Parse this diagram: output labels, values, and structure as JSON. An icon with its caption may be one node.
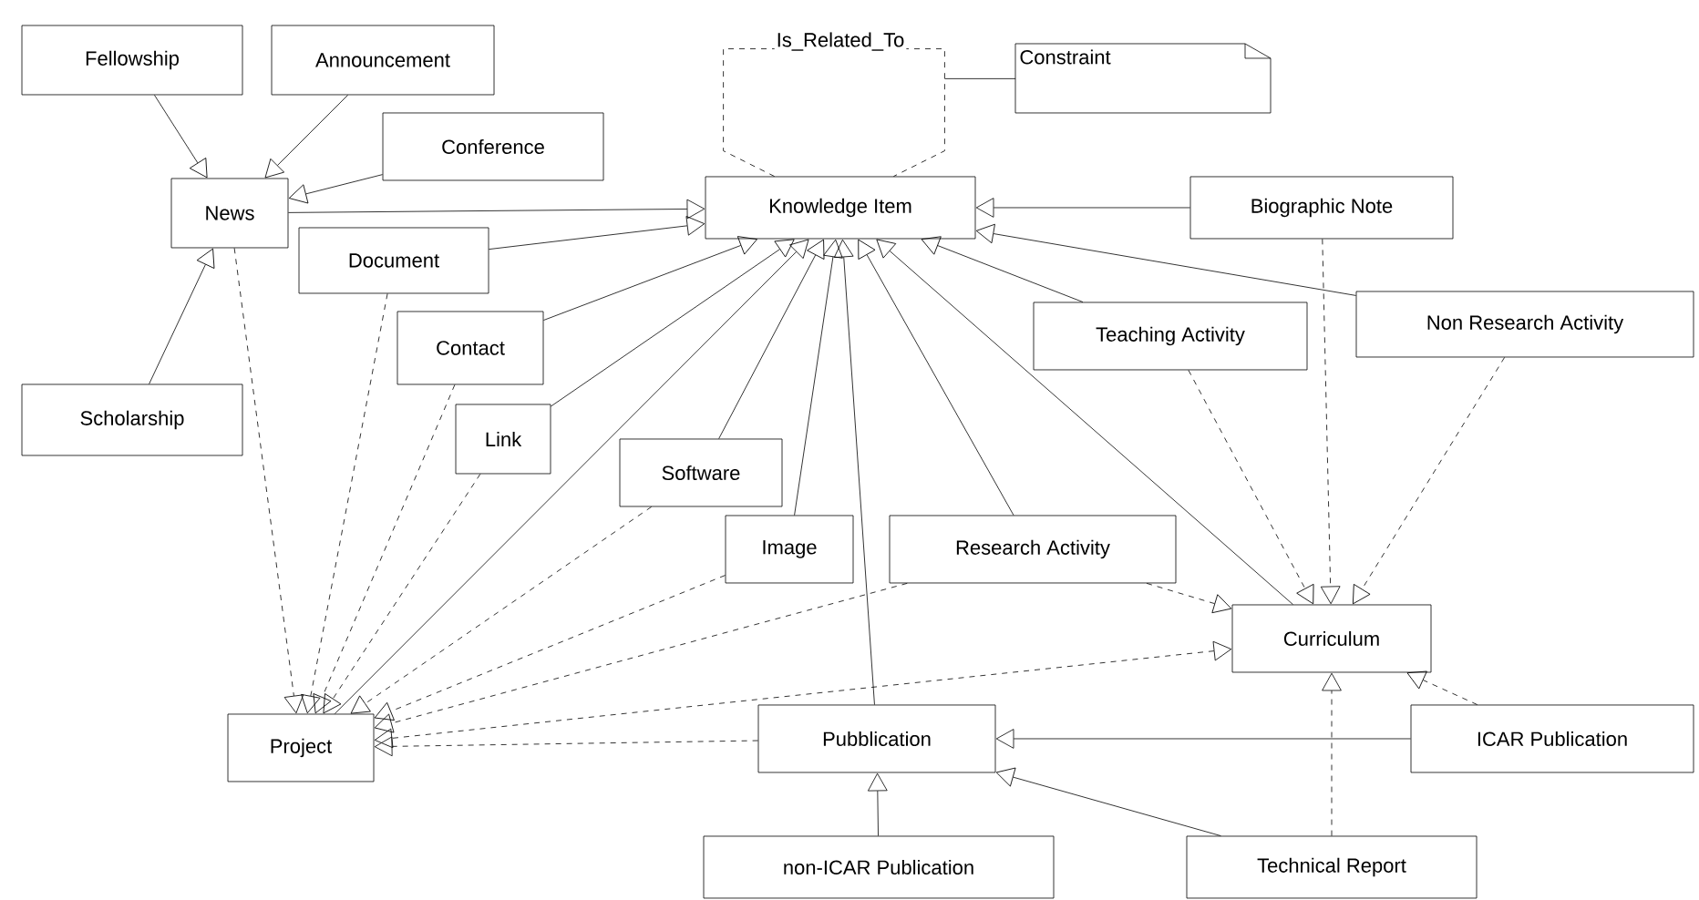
{
  "diagram": {
    "nodes": [
      {
        "text": [
          "Fellowship"
        ]
      },
      {
        "text": [
          "Announcement"
        ]
      },
      {
        "text": [
          "Conference"
        ]
      },
      {
        "text": [
          "News"
        ]
      },
      {
        "text": [
          "Knowledge Item"
        ]
      },
      {
        "text": [
          "Constraint"
        ]
      },
      {
        "text": [
          "Biographic Note"
        ]
      },
      {
        "text": [
          "Document"
        ]
      },
      {
        "text": [
          "Contact"
        ]
      },
      {
        "text": [
          "Teaching Activity"
        ]
      },
      {
        "text": [
          "Non Research Activity"
        ]
      },
      {
        "text": [
          "Scholarship"
        ]
      },
      {
        "text": [
          "Link"
        ]
      },
      {
        "text": [
          "Software"
        ]
      },
      {
        "text": [
          "Image"
        ]
      },
      {
        "text": [
          "Research Activity"
        ]
      },
      {
        "text": [
          "Curriculum"
        ]
      },
      {
        "text": [
          "Project"
        ]
      },
      {
        "text": [
          "Pubblication"
        ]
      },
      {
        "text": [
          "ICAR Publication"
        ]
      },
      {
        "text": [
          "non-ICAR Publication"
        ]
      },
      {
        "text": [
          "Technical Report"
        ]
      }
    ],
    "edges": [
      {
        "from": 0,
        "to": 3,
        "arrow": "to"
      },
      {
        "from": 1,
        "to": 3,
        "arrow": "to"
      },
      {
        "from": 2,
        "to": 3,
        "arrow": "to"
      },
      {
        "from": 11,
        "to": 3,
        "arrow": "to"
      },
      {
        "from": 3,
        "to": 4,
        "arrow": "to"
      },
      {
        "from": 7,
        "to": 4,
        "arrow": "to"
      },
      {
        "from": 8,
        "to": 4,
        "arrow": "to"
      },
      {
        "from": 12,
        "to": 4,
        "arrow": "to"
      },
      {
        "from": 17,
        "to": 4,
        "arrow": "to"
      },
      {
        "from": 13,
        "to": 4,
        "arrow": "to"
      },
      {
        "from": 14,
        "to": 4,
        "arrow": "to"
      },
      {
        "from": 18,
        "to": 4,
        "arrow": "to"
      },
      {
        "from": 15,
        "to": 4,
        "arrow": "to"
      },
      {
        "from": 16,
        "to": 4,
        "arrow": "to"
      },
      {
        "from": 9,
        "to": 4,
        "arrow": "to"
      },
      {
        "from": 6,
        "to": 4,
        "arrow": "to"
      },
      {
        "from": 10,
        "to": 4,
        "arrow": "to"
      },
      {
        "from": 4,
        "to": 4,
        "arrow": "none",
        "style": "dashed",
        "label": "Is_Related_To"
      },
      {
        "from": 5,
        "to": null,
        "arrow": "none"
      },
      {
        "from": 3,
        "to": 17,
        "arrow": "to",
        "style": "dashed"
      },
      {
        "from": 7,
        "to": 17,
        "arrow": "to",
        "style": "dashed"
      },
      {
        "from": 8,
        "to": 17,
        "arrow": "to",
        "style": "dashed"
      },
      {
        "from": 12,
        "to": 17,
        "arrow": "to",
        "style": "dashed"
      },
      {
        "from": 13,
        "to": 17,
        "arrow": "to",
        "style": "dashed"
      },
      {
        "from": 14,
        "to": 17,
        "arrow": "to",
        "style": "dashed"
      },
      {
        "from": 15,
        "to": 17,
        "arrow": "to",
        "style": "dashed"
      },
      {
        "from": 16,
        "to": 17,
        "arrow": "both",
        "style": "dashed"
      },
      {
        "from": 18,
        "to": 17,
        "arrow": "to",
        "style": "dashed"
      },
      {
        "from": 15,
        "to": 16,
        "arrow": "to",
        "style": "dashed"
      },
      {
        "from": 9,
        "to": 16,
        "arrow": "to",
        "style": "dashed"
      },
      {
        "from": 6,
        "to": 16,
        "arrow": "to",
        "style": "dashed"
      },
      {
        "from": 10,
        "to": 16,
        "arrow": "to",
        "style": "dashed"
      },
      {
        "from": 19,
        "to": 16,
        "arrow": "to",
        "style": "dashed"
      },
      {
        "from": 21,
        "to": 16,
        "arrow": "to",
        "style": "dashed"
      },
      {
        "from": 19,
        "to": 18,
        "arrow": "to"
      },
      {
        "from": 20,
        "to": 18,
        "arrow": "to"
      },
      {
        "from": 21,
        "to": 18,
        "arrow": "to"
      }
    ]
  }
}
